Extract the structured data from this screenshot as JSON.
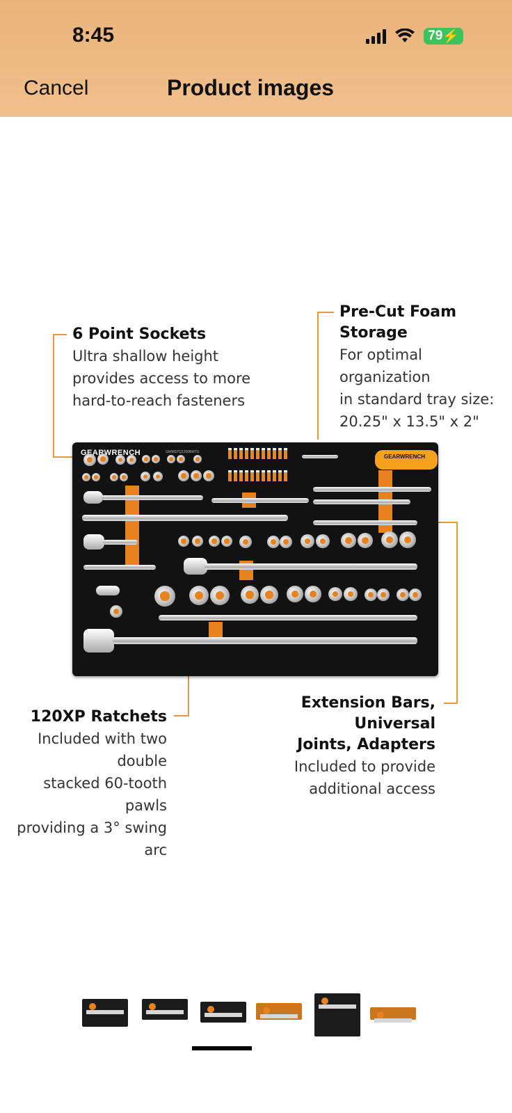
{
  "status_bar": {
    "time": "8:45",
    "battery": "79"
  },
  "nav": {
    "cancel": "Cancel",
    "title": "Product images"
  },
  "image": {
    "brand": "GEARWRENCH",
    "callouts": {
      "sockets": {
        "heading": "6 Point Sockets",
        "text": "Ultra shallow height\nprovides access to more\nhard-to-reach fasteners"
      },
      "foam": {
        "heading": "Pre-Cut Foam Storage",
        "text": "For optimal organization\nin standard tray size:\n20.25\" x 13.5\" x 2\""
      },
      "ratchets": {
        "heading": "120XP Ratchets",
        "text": "Included with two double\nstacked 60-tooth pawls\nproviding a 3° swing arc"
      },
      "extensions": {
        "heading": "Extension Bars, Universal\nJoints, Adapters",
        "text": "Included to provide\nadditional access"
      }
    },
    "accent_color": "#e8821f"
  },
  "thumbnails": {
    "count": 6,
    "selected_index": 2
  }
}
